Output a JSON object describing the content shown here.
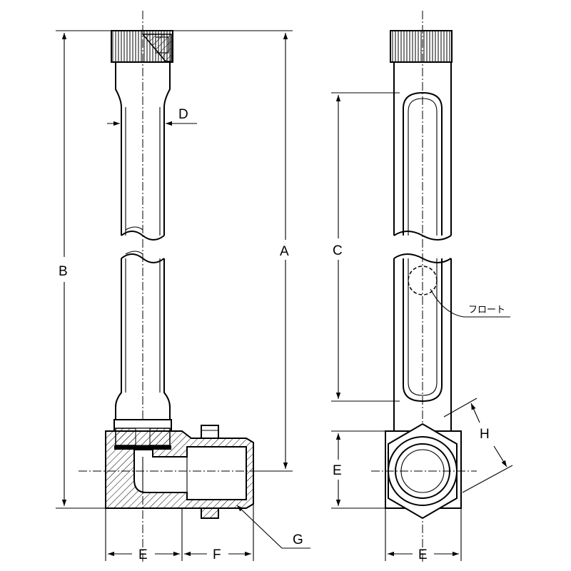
{
  "labels": {
    "a": "A",
    "b": "B",
    "c": "C",
    "d": "D",
    "e_left": "E",
    "e_right_vertical": "E",
    "e_right_bottom": "E",
    "f": "F",
    "g": "G",
    "h": "H",
    "float": "フロート"
  }
}
